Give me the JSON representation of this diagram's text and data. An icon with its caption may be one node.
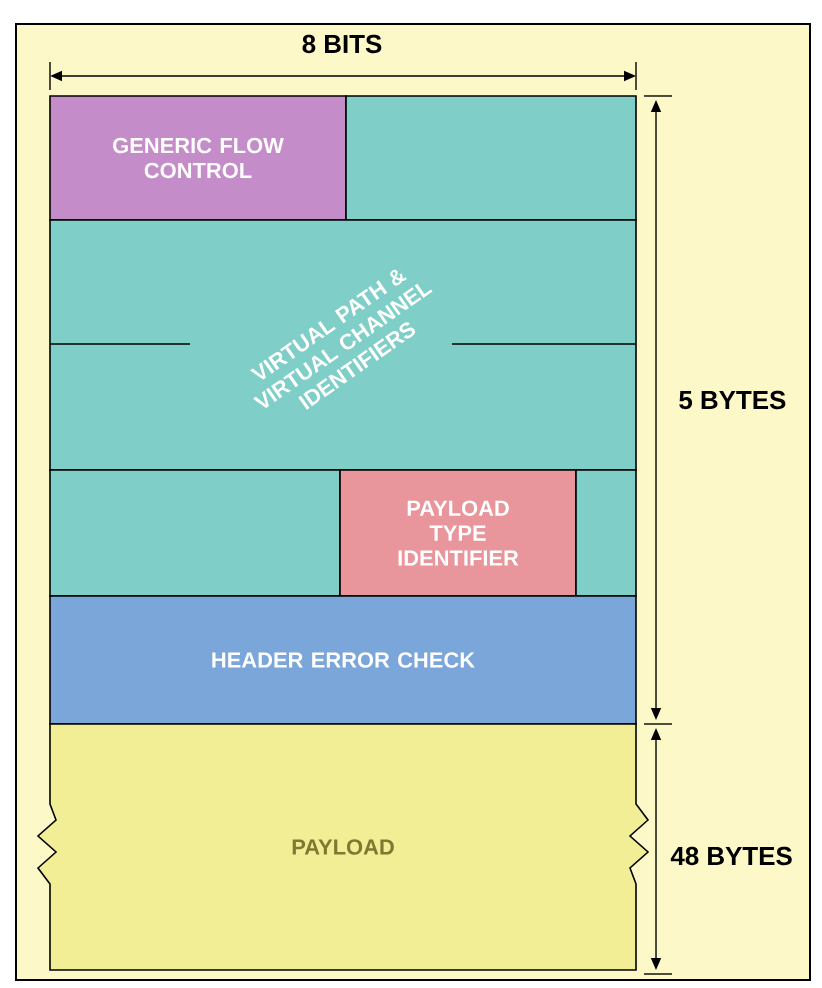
{
  "diagram": {
    "nodes": [
      {
        "text": [
          "GENERIC FLOW CONTROL"
        ]
      },
      {
        "text": [],
        "shape": "box"
      },
      {
        "text": [
          "VIRTUAL PATH & VIRTUAL CHANNEL IDENTIFIERS"
        ]
      },
      {
        "text": [],
        "shape": "box"
      },
      {
        "text": [
          "PAYLOAD TYPE IDENTIFIER"
        ]
      },
      {
        "text": [],
        "shape": "box"
      },
      {
        "text": [
          "HEADER ERROR CHECK"
        ]
      },
      {
        "text": [
          "PAYLOAD"
        ]
      }
    ],
    "labels": [
      "8 BITS",
      "5 BYTES",
      "48 BYTES"
    ]
  }
}
